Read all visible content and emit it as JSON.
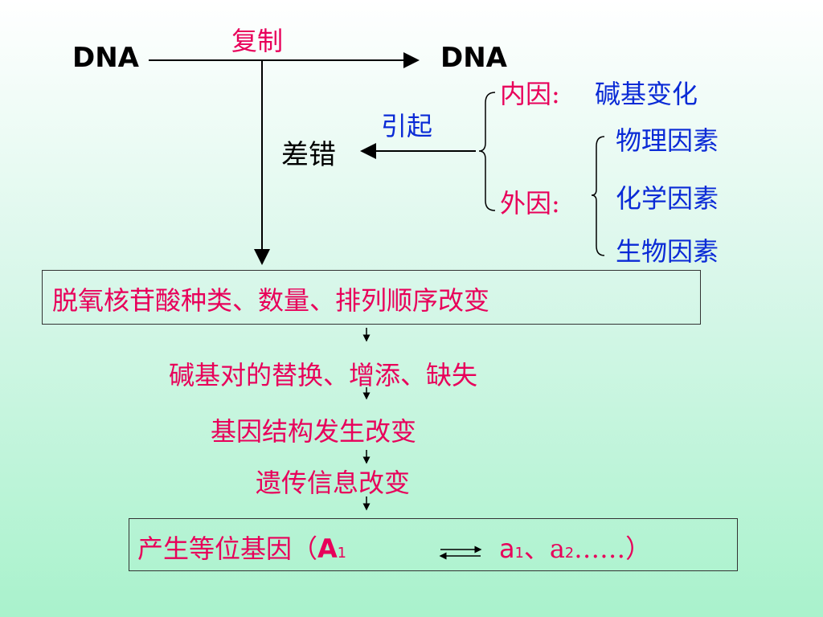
{
  "colors": {
    "accent_red": "#e8005a",
    "accent_blue": "#0a2ad6",
    "text_black": "#000000"
  },
  "top": {
    "dna_left": "DNA",
    "replication": "复制",
    "dna_right": "DNA"
  },
  "cause": {
    "error": "差错",
    "induce": "引起",
    "internal_label": "内因:",
    "internal_item": "碱基变化",
    "external_label": "外因:",
    "external_items": [
      "物理因素",
      "化学因素",
      "生物因素"
    ]
  },
  "flow": {
    "box1": "脱氧核苷酸种类、数量、排列顺序改变",
    "step2": "碱基对的替换、增添、缺失",
    "step3": "基因结构发生改变",
    "step4": "遗传信息改变"
  },
  "result": {
    "prefix": "产生等位基因（",
    "allele_A": "A",
    "sub1": "1",
    "allele_a": "a",
    "sub_a1": "1",
    "sep": "、a",
    "sub_a2": "2",
    "suffix": "……）"
  }
}
